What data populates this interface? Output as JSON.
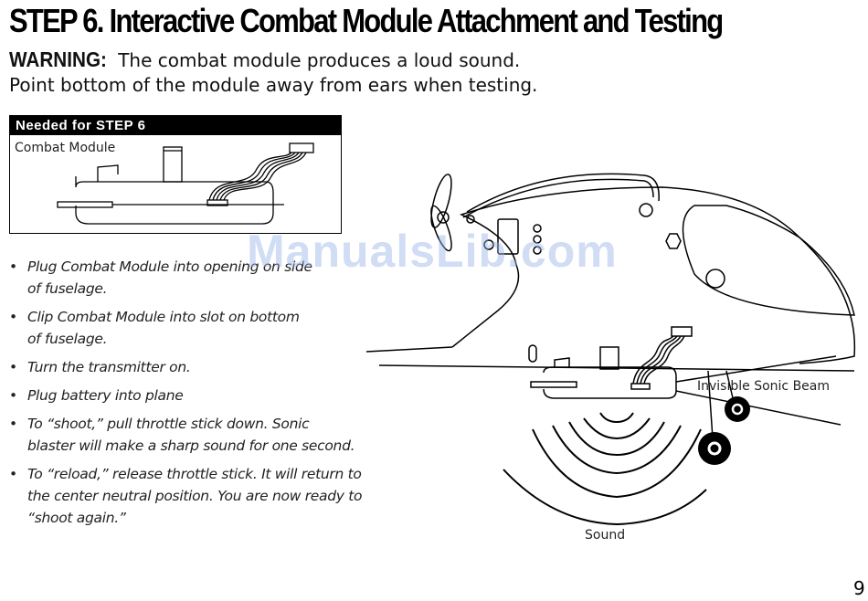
{
  "title": "STEP 6. Interactive Combat Module Attachment and Testing",
  "warning": {
    "label": "WARNING:",
    "line1": "The combat module produces a loud sound.",
    "line2": "Point bottom of the module away from ears when testing."
  },
  "needed": {
    "header": "Needed for STEP 6",
    "item": "Combat Module"
  },
  "steps": [
    {
      "line1": "Plug Combat Module into opening on side",
      "line2": "of fuselage."
    },
    {
      "line1": "Clip Combat Module into slot on bottom",
      "line2": "of fuselage."
    },
    {
      "line1": "Turn the transmitter on."
    },
    {
      "line1": "Plug battery into plane"
    },
    {
      "line1": "To “shoot,” pull throttle stick down. Sonic",
      "line2": "blaster will make a sharp sound for one second."
    },
    {
      "line1": "To “reload,” release throttle stick. It will return to",
      "line2": "the center neutral position. You are now ready to",
      "line3": "“shoot again.”"
    }
  ],
  "diagram": {
    "beam_label": "Invisible Sonic Beam",
    "sound_label": "Sound"
  },
  "watermark": "ManualsLib.com",
  "page_number": "9"
}
